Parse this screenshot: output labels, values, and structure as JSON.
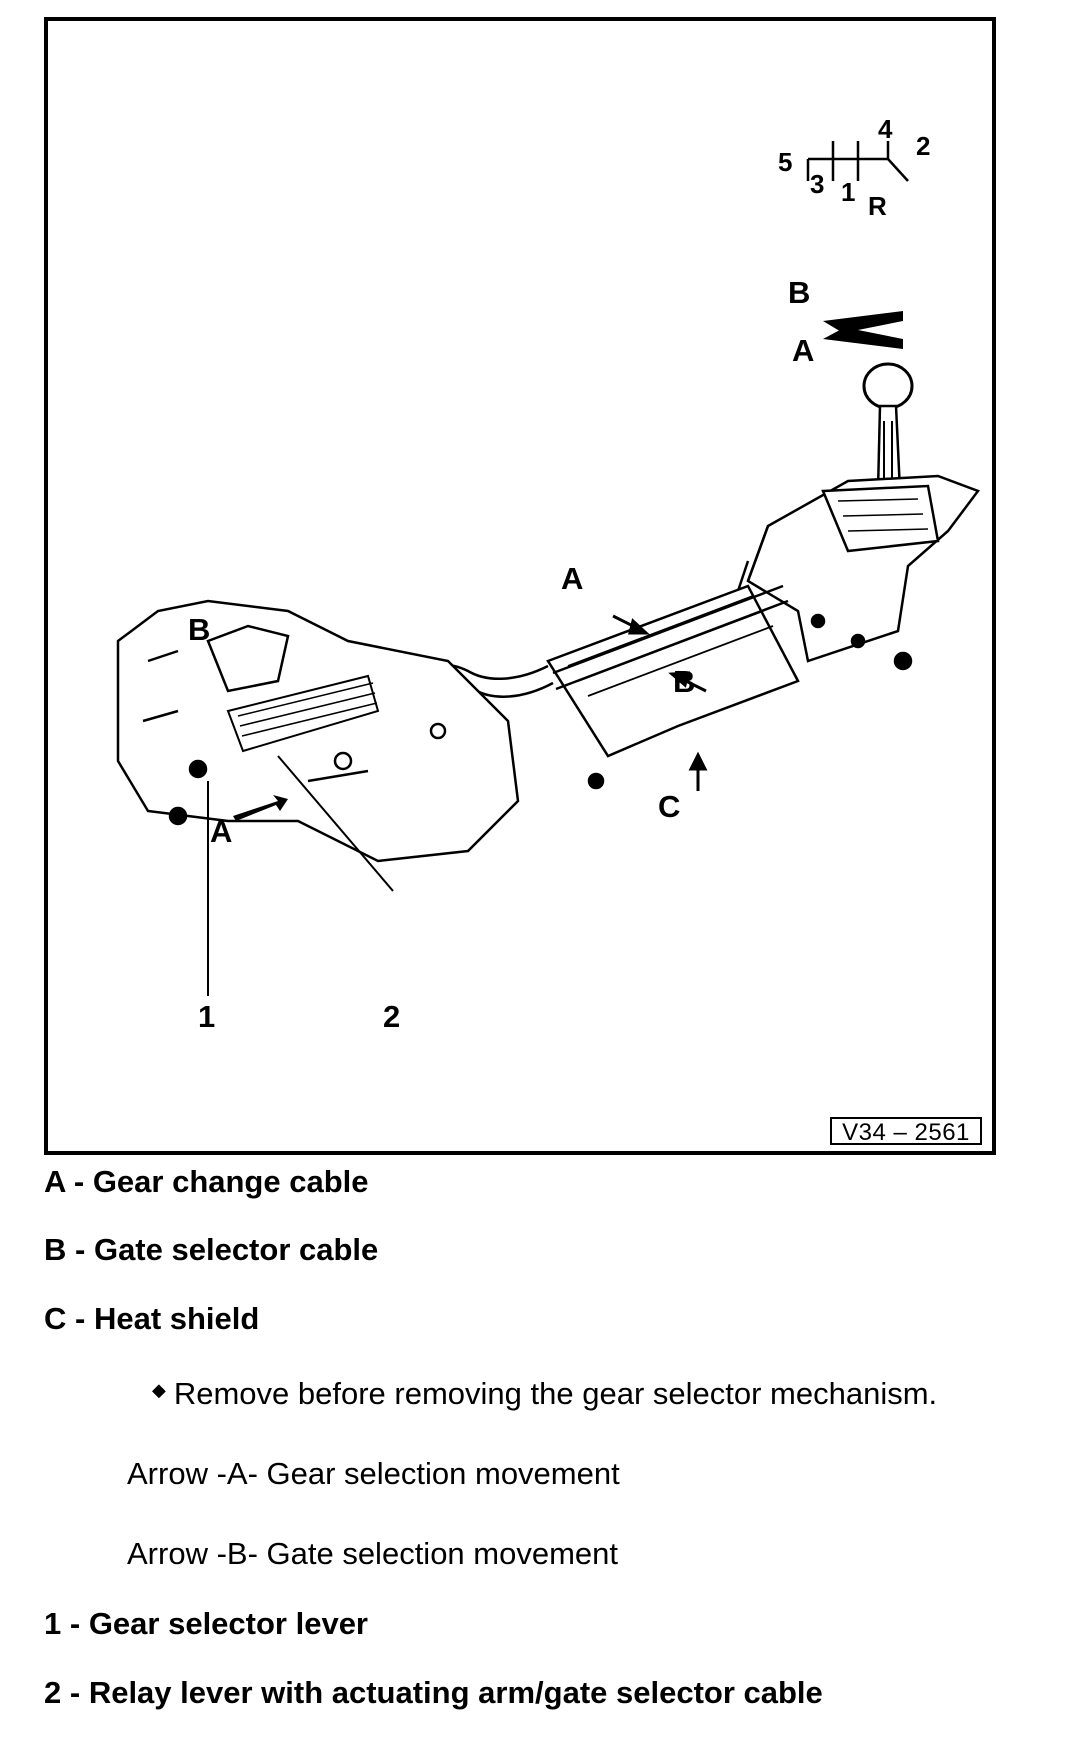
{
  "figure": {
    "code": "V34 – 2561",
    "callouts": {
      "A": "A",
      "B": "B",
      "C": "C",
      "n1": "1",
      "n2": "2"
    },
    "gear_pattern": [
      "5",
      "3",
      "4",
      "2",
      "1",
      "R"
    ]
  },
  "legend": [
    {
      "key": "A -",
      "text": "Gear change cable"
    },
    {
      "key": "B -",
      "text": "Gate selector cable"
    },
    {
      "key": "C -",
      "text": "Heat shield"
    }
  ],
  "notes": {
    "bullet": "Remove before removing the gear selector mechanism.",
    "arrow_a": "Arrow -A- Gear selection movement",
    "arrow_b": "Arrow -B- Gate selection movement"
  },
  "parts": [
    {
      "key": "1 -",
      "text": "Gear selector lever"
    },
    {
      "key": "2 -",
      "text": "Relay lever with actuating arm/gate selector cable"
    }
  ]
}
